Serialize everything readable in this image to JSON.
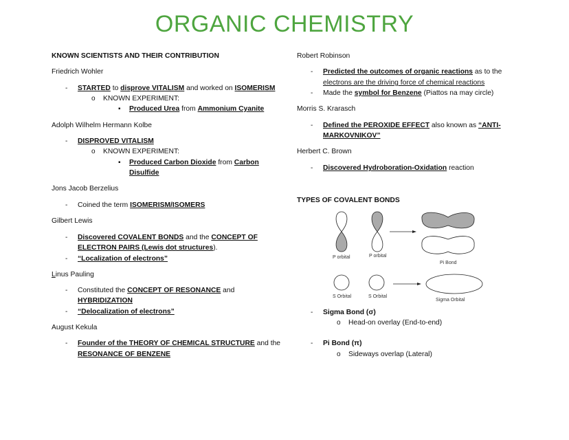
{
  "title": "ORGANIC CHEMISTRY",
  "left_column": [
    {
      "kind": "heading",
      "segs": [
        [
          "KNOWN SCIENTISTS AND THEIR CONTRIBUTION",
          "b"
        ]
      ]
    },
    {
      "kind": "name",
      "segs": [
        [
          "Friedrich Wohler",
          ""
        ]
      ]
    },
    {
      "kind": "dash",
      "segs": [
        [
          "STARTED",
          "bu"
        ],
        [
          " to ",
          ""
        ],
        [
          "disprove VITALISM",
          "bu"
        ],
        [
          " and worked on ",
          ""
        ],
        [
          "ISOMERISM",
          "bu"
        ]
      ]
    },
    {
      "kind": "circle",
      "segs": [
        [
          "KNOWN EXPERIMENT:",
          ""
        ]
      ]
    },
    {
      "kind": "square",
      "segs": [
        [
          "Produced Urea",
          "bu"
        ],
        [
          " from ",
          ""
        ],
        [
          "Ammonium Cyanite",
          "bu"
        ]
      ]
    },
    {
      "kind": "name",
      "segs": [
        [
          "Adolph Wilhelm Hermann Kolbe",
          ""
        ]
      ]
    },
    {
      "kind": "dash",
      "segs": [
        [
          "DISPROVED VITALISM",
          "bu"
        ]
      ]
    },
    {
      "kind": "circle",
      "segs": [
        [
          "KNOWN EXPERIMENT:",
          ""
        ]
      ]
    },
    {
      "kind": "square",
      "segs": [
        [
          "Produced Carbon Dioxide",
          "bu"
        ],
        [
          " from ",
          ""
        ],
        [
          "Carbon",
          "bu"
        ]
      ]
    },
    {
      "kind": "square-cont",
      "segs": [
        [
          "Disulfide",
          "bu"
        ]
      ]
    },
    {
      "kind": "name",
      "segs": [
        [
          "Jons Jacob Berzelius",
          ""
        ]
      ]
    },
    {
      "kind": "dash",
      "segs": [
        [
          "Coined the term ",
          ""
        ],
        [
          "ISOMERISM/ISOMERS",
          "bu"
        ]
      ]
    },
    {
      "kind": "name",
      "segs": [
        [
          "Gilbert Lewis",
          ""
        ]
      ]
    },
    {
      "kind": "dash",
      "segs": [
        [
          "Discovered COVALENT BONDS",
          "bu"
        ],
        [
          " and the ",
          ""
        ],
        [
          "CONCEPT OF",
          "bu"
        ]
      ]
    },
    {
      "kind": "dash-cont",
      "segs": [
        [
          "ELECTRON PAIRS (Lewis dot structures",
          "bu"
        ],
        [
          ").",
          ""
        ]
      ]
    },
    {
      "kind": "dash",
      "segs": [
        [
          "“Localization of electrons”",
          "bu"
        ]
      ]
    },
    {
      "kind": "name",
      "segs": [
        [
          "L",
          "u"
        ],
        [
          "inus Pauling",
          ""
        ]
      ]
    },
    {
      "kind": "dash",
      "segs": [
        [
          "Constituted the ",
          ""
        ],
        [
          "CONCEPT OF RESONANCE",
          "bu"
        ],
        [
          " and",
          ""
        ]
      ]
    },
    {
      "kind": "dash-cont",
      "segs": [
        [
          "HYBRIDIZATION",
          "bu"
        ]
      ]
    },
    {
      "kind": "dash",
      "segs": [
        [
          "“Delocalization of electrons”",
          "bu"
        ]
      ]
    },
    {
      "kind": "name",
      "segs": [
        [
          "August Kekula",
          ""
        ]
      ]
    },
    {
      "kind": "dash",
      "segs": [
        [
          "Founder of the THEORY OF CHEMICAL STRUCTURE",
          "bu"
        ],
        [
          " and the",
          ""
        ]
      ]
    },
    {
      "kind": "dash-cont",
      "segs": [
        [
          "RESONANCE OF BENZENE",
          "bu"
        ]
      ]
    }
  ],
  "right_column": [
    {
      "kind": "name",
      "segs": [
        [
          "Robert Robinson",
          ""
        ]
      ]
    },
    {
      "kind": "dash",
      "segs": [
        [
          "Predicted the outcomes of organic reactions",
          "bu"
        ],
        [
          " as to the",
          ""
        ]
      ]
    },
    {
      "kind": "dash-cont",
      "segs": [
        [
          "electrons are the driving force of chemical reactions",
          "u"
        ]
      ]
    },
    {
      "kind": "dash",
      "segs": [
        [
          "Made the ",
          ""
        ],
        [
          "symbol for Benzene",
          "bu"
        ],
        [
          " (Piattos na may circle)",
          ""
        ]
      ]
    },
    {
      "kind": "name",
      "segs": [
        [
          "Morris S. Krarasch",
          ""
        ]
      ]
    },
    {
      "kind": "dash",
      "segs": [
        [
          "Defined the PEROXIDE EFFECT",
          "bu"
        ],
        [
          " also known as ",
          ""
        ],
        [
          "“ANTI-",
          "bu"
        ]
      ]
    },
    {
      "kind": "dash-cont",
      "segs": [
        [
          "MARKOVNIKOV”",
          "bu"
        ]
      ]
    },
    {
      "kind": "name",
      "segs": [
        [
          "Herbert C. Brown",
          ""
        ]
      ]
    },
    {
      "kind": "dash",
      "segs": [
        [
          "Discovered Hydroboration-Oxidation",
          "bu"
        ],
        [
          " reaction",
          ""
        ]
      ]
    },
    {
      "kind": "heading",
      "segs": [
        [
          "TYPES OF COVALENT BONDS",
          "b"
        ]
      ]
    },
    {
      "kind": "dash",
      "segs": [
        [
          "Sigma Bond (σ)",
          "b"
        ]
      ]
    },
    {
      "kind": "circle",
      "segs": [
        [
          "Head-on overlay (End-to-end)",
          ""
        ]
      ]
    },
    {
      "kind": "dash",
      "segs": [
        [
          "Pi Bond (π)",
          "b"
        ]
      ]
    },
    {
      "kind": "circle",
      "segs": [
        [
          "Sideways overlap (Lateral)",
          ""
        ]
      ]
    }
  ],
  "diagram": {
    "p_orbital_label": "P orbital",
    "pi_bond_label": "Pi Bond",
    "s_orbital_label": "S Orbital",
    "sigma_orbital_label": "Sigma Orbital"
  },
  "markers": {
    "dash": "-",
    "circle": "o",
    "square": "▪"
  }
}
